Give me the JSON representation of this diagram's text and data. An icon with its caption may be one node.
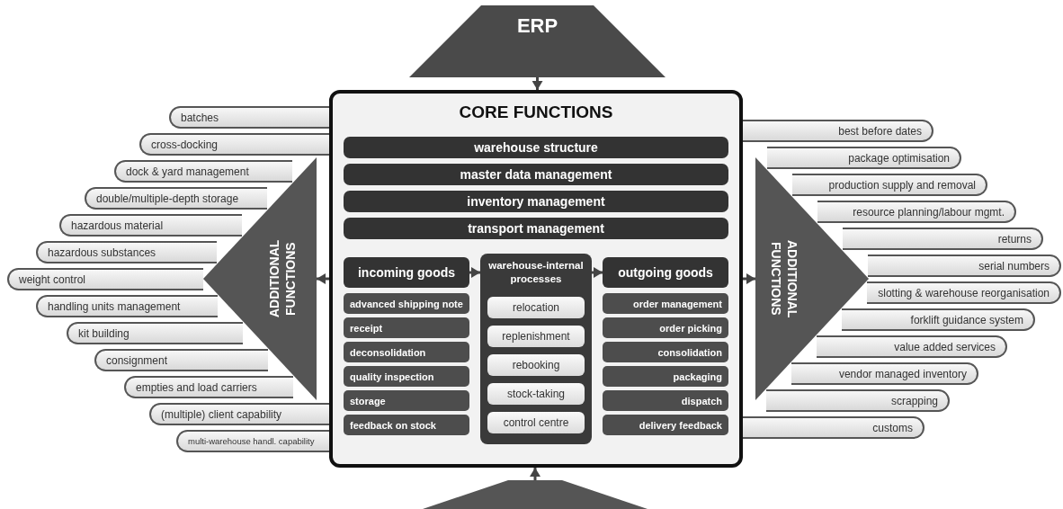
{
  "diagram": {
    "nodes": [
      {
        "text": [
          "ERP"
        ]
      },
      {
        "text": [
          "CORE FUNCTIONS"
        ]
      },
      {
        "text": [
          "warehouse structure"
        ],
        "in": 1
      },
      {
        "text": [
          "master data management"
        ],
        "in": 1
      },
      {
        "text": [
          "inventory management"
        ],
        "in": 1
      },
      {
        "text": [
          "transport management"
        ],
        "in": 1
      },
      {
        "text": [
          "incoming goods"
        ],
        "in": 1
      },
      {
        "text": [
          "advanced shipping note"
        ],
        "in": 1
      },
      {
        "text": [
          "receipt"
        ],
        "in": 1
      },
      {
        "text": [
          "deconsolidation"
        ],
        "in": 1
      },
      {
        "text": [
          "quality inspection"
        ],
        "in": 1
      },
      {
        "text": [
          "storage"
        ],
        "in": 1
      },
      {
        "text": [
          "feedback on stock"
        ],
        "in": 1
      },
      {
        "text": [
          "warehouse-internal processes"
        ],
        "in": 1
      },
      {
        "text": [
          "relocation"
        ],
        "in": 13
      },
      {
        "text": [
          "replenishment"
        ],
        "in": 13
      },
      {
        "text": [
          "rebooking"
        ],
        "in": 13
      },
      {
        "text": [
          "stock-taking"
        ],
        "in": 13
      },
      {
        "text": [
          "control centre"
        ],
        "in": 13
      },
      {
        "text": [
          "outgoing goods"
        ],
        "in": 1
      },
      {
        "text": [
          "order management"
        ],
        "in": 1
      },
      {
        "text": [
          "order picking"
        ],
        "in": 1
      },
      {
        "text": [
          "consolidation"
        ],
        "in": 1
      },
      {
        "text": [
          "packaging"
        ],
        "in": 1
      },
      {
        "text": [
          "dispatch"
        ],
        "in": 1
      },
      {
        "text": [
          "delivery feedback"
        ],
        "in": 1
      },
      {
        "text": [
          "ADDITIONAL FUNCTIONS"
        ]
      },
      {
        "text": [
          "batches"
        ]
      },
      {
        "text": [
          "cross-docking"
        ]
      },
      {
        "text": [
          "dock & yard management"
        ]
      },
      {
        "text": [
          "double/multiple-depth storage"
        ]
      },
      {
        "text": [
          "hazardous material"
        ]
      },
      {
        "text": [
          "hazardous substances"
        ]
      },
      {
        "text": [
          "weight control"
        ]
      },
      {
        "text": [
          "handling units management"
        ]
      },
      {
        "text": [
          "kit building"
        ]
      },
      {
        "text": [
          "consignment"
        ]
      },
      {
        "text": [
          "empties and load carriers"
        ]
      },
      {
        "text": [
          "(multiple) client capability"
        ]
      },
      {
        "text": [
          "multi-warehouse handl. capability"
        ]
      },
      {
        "text": [
          "ADDITIONAL FUNCTIONS"
        ]
      },
      {
        "text": [
          "best before dates"
        ]
      },
      {
        "text": [
          "package optimisation"
        ]
      },
      {
        "text": [
          "production supply and removal"
        ]
      },
      {
        "text": [
          "resource planning/labour mgmt."
        ]
      },
      {
        "text": [
          "returns"
        ]
      },
      {
        "text": [
          "serial numbers"
        ]
      },
      {
        "text": [
          "slotting & warehouse reorganisation"
        ]
      },
      {
        "text": [
          "forklift guidance system"
        ]
      },
      {
        "text": [
          "value added services"
        ]
      },
      {
        "text": [
          "vendor managed inventory"
        ]
      },
      {
        "text": [
          "scrapping"
        ]
      },
      {
        "text": [
          "customs"
        ]
      },
      {
        "text": [],
        "shape": "diamond"
      }
    ],
    "edges": [
      {
        "from": 0,
        "to": 1,
        "arrow": "to"
      },
      {
        "from": 1,
        "to": 26,
        "arrow": "to"
      },
      {
        "from": 1,
        "to": 40,
        "arrow": "to"
      },
      {
        "from": 6,
        "to": 13,
        "arrow": "to"
      },
      {
        "from": 13,
        "to": 19,
        "arrow": "to"
      },
      {
        "from": 53,
        "to": 1,
        "arrow": "to"
      }
    ]
  }
}
